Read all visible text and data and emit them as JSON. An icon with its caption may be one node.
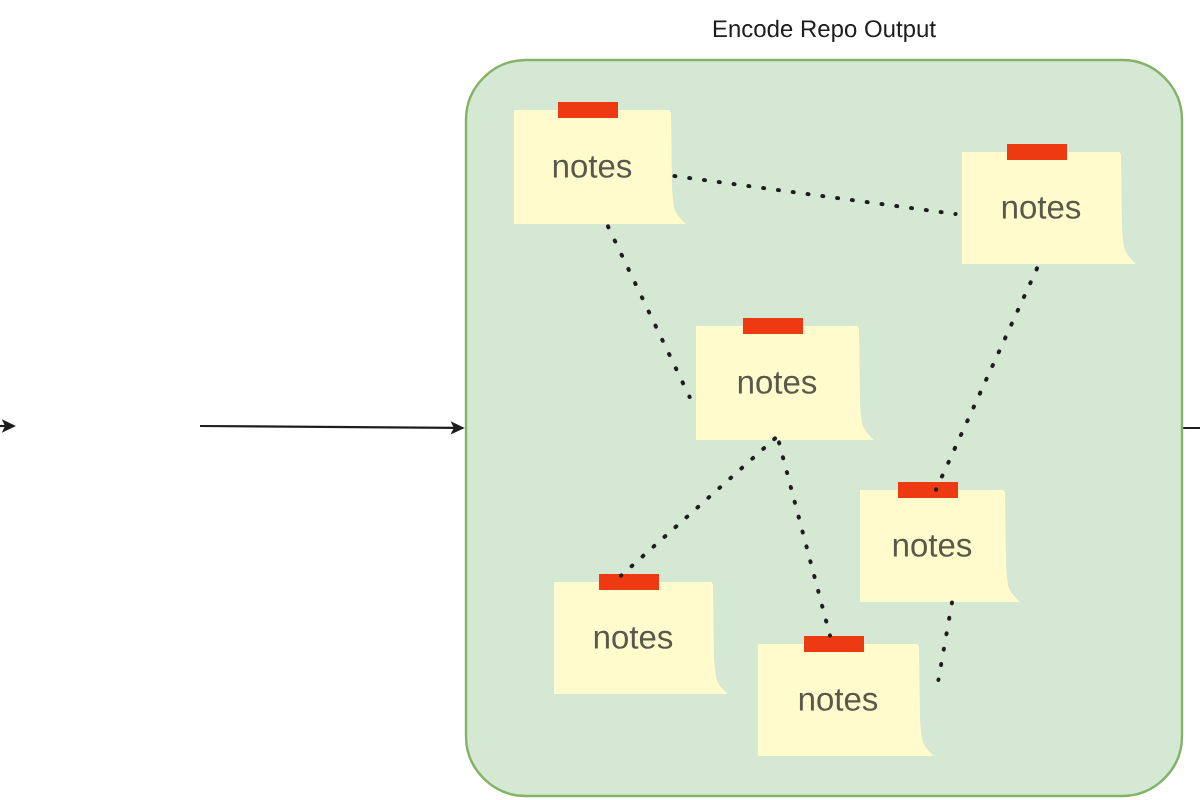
{
  "diagram": {
    "nodes": [
      {
        "text": [
          "Encode Repo Output"
        ]
      },
      {
        "text": [
          "notes"
        ],
        "in": 0
      },
      {
        "text": [
          "notes"
        ],
        "in": 0
      },
      {
        "text": [
          "notes"
        ],
        "in": 0
      },
      {
        "text": [
          "notes"
        ],
        "in": 0
      },
      {
        "text": [
          "notes"
        ],
        "in": 0
      },
      {
        "text": [
          "notes"
        ],
        "in": 0
      }
    ],
    "edges": [
      {
        "from": null,
        "to": 0,
        "arrow": "to"
      },
      {
        "from": 0,
        "to": null,
        "arrow": "none"
      },
      {
        "from": 1,
        "to": 2,
        "arrow": "none",
        "style": "dashed"
      },
      {
        "from": 1,
        "to": 3,
        "arrow": "none",
        "style": "dashed"
      },
      {
        "from": 2,
        "to": 4,
        "arrow": "none",
        "style": "dashed"
      },
      {
        "from": 3,
        "to": 5,
        "arrow": "none",
        "style": "dashed"
      },
      {
        "from": 3,
        "to": 6,
        "arrow": "none",
        "style": "dashed"
      },
      {
        "from": 4,
        "to": 6,
        "arrow": "none",
        "style": "dashed"
      }
    ]
  }
}
